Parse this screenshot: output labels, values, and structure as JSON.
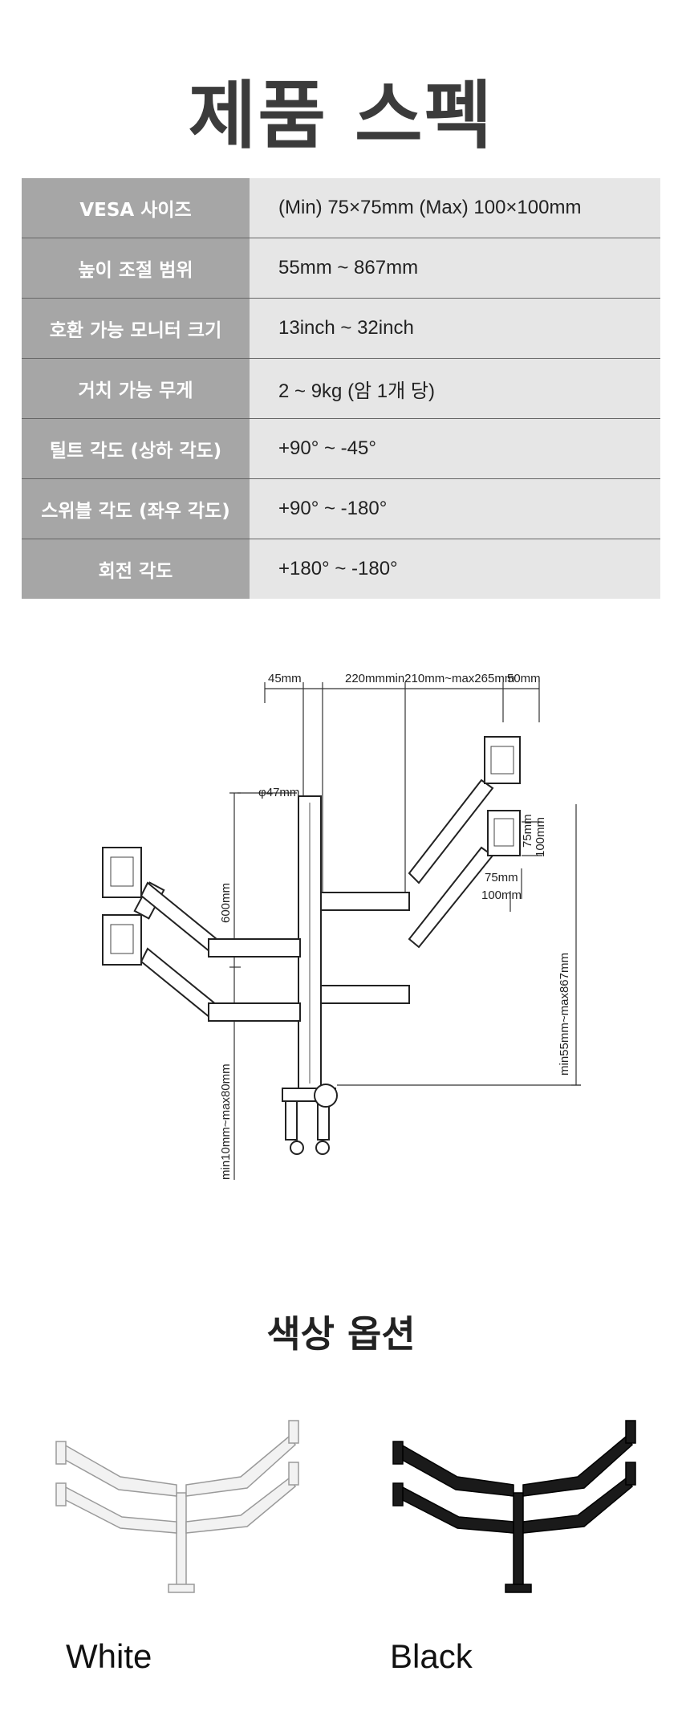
{
  "title": "제품 스펙",
  "specs": [
    {
      "label": "VESA 사이즈",
      "value": "(Min) 75×75mm  (Max) 100×100mm"
    },
    {
      "label": "높이 조절 범위",
      "value": "55mm ~ 867mm"
    },
    {
      "label": "호환 가능 모니터 크기",
      "value": "13inch ~ 32inch"
    },
    {
      "label": "거치 가능 무게",
      "value": "2 ~ 9kg (암 1개 당)"
    },
    {
      "label": "틸트 각도 (상하 각도)",
      "value": "+90° ~ -45°"
    },
    {
      "label": "스위블 각도 (좌우 각도)",
      "value": "+90° ~ -180°"
    },
    {
      "label": "회전 각도",
      "value": "+180° ~ -180°"
    }
  ],
  "diagram": {
    "dim_45": "45mm",
    "dim_arm": "220mmmin210mm~max265mm",
    "dim_50": "50mm",
    "dim_pole": "φ47mm",
    "dim_600": "600mm",
    "dim_75v": "75mm",
    "dim_100v": "100mm",
    "dim_75h": "75mm",
    "dim_100h": "100mm",
    "dim_height": "min55mm~max867mm",
    "dim_clamp": "min10mm~max80mm"
  },
  "color_section": {
    "title": "색상 옵션",
    "options": [
      {
        "label": "White",
        "color": "#f2f2f2"
      },
      {
        "label": "Black",
        "color": "#1a1a1a"
      }
    ]
  }
}
